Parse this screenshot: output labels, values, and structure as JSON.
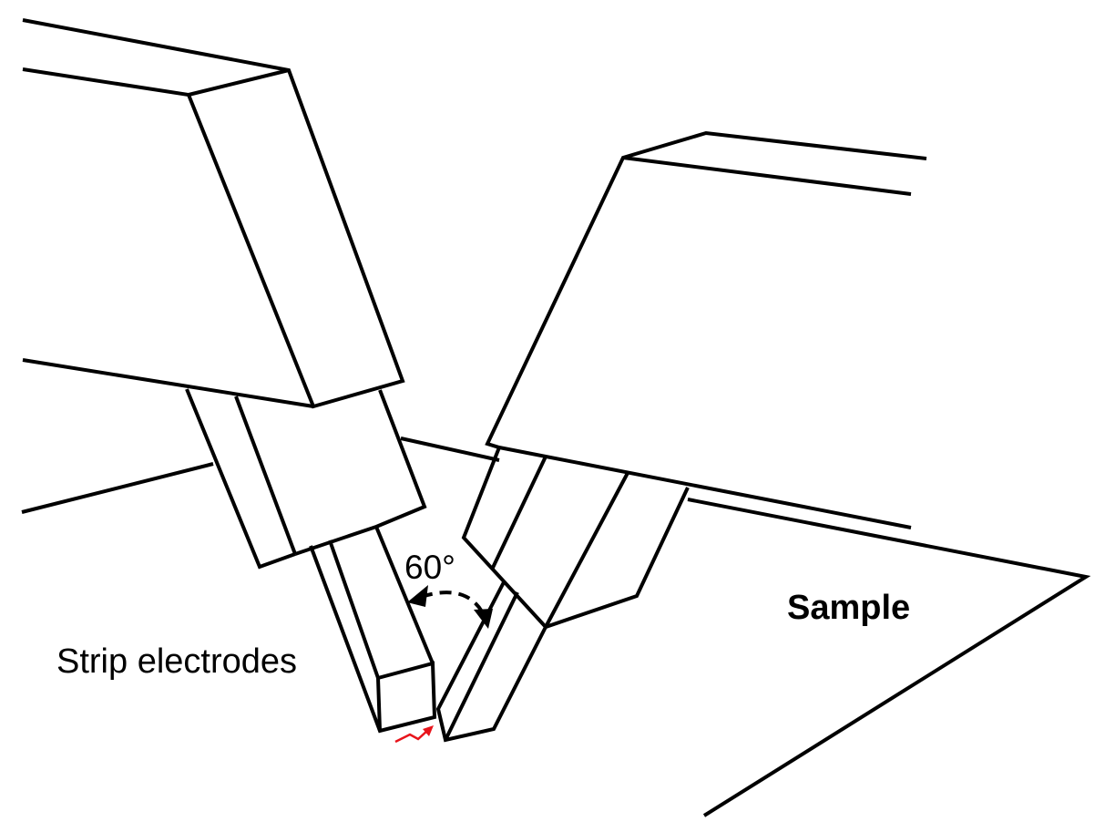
{
  "labels": {
    "angle": "60°",
    "electrodes": "Strip electrodes",
    "sample": "Sample"
  },
  "colors": {
    "line": "#000000",
    "arc_marker": "#e8141b",
    "background": "#ffffff"
  }
}
